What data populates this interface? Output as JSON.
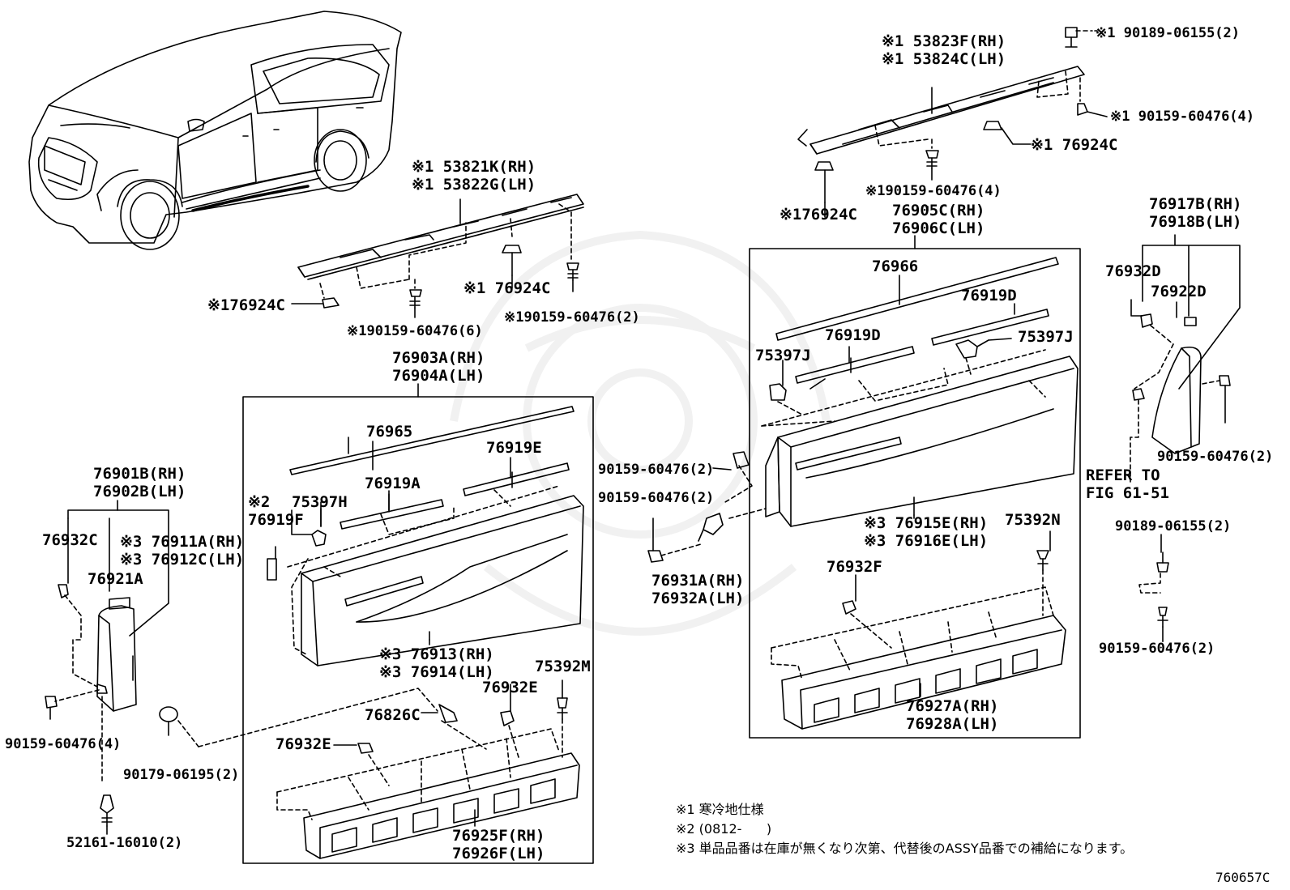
{
  "diagram": {
    "labels": [
      {
        "id": "p53823",
        "lines": [
          "※1 53823F(RH)",
          "※1 53824C(LH)"
        ]
      },
      {
        "id": "b90189",
        "lines": [
          "※1 90189-06155(2)"
        ]
      },
      {
        "id": "b90159a",
        "lines": [
          "※1 90159-60476(4)"
        ]
      },
      {
        "id": "c76924a",
        "lines": [
          "※1 76924C"
        ]
      },
      {
        "id": "b90159b",
        "lines": [
          "※190159-60476(4)"
        ]
      },
      {
        "id": "c76924b",
        "lines": [
          "※176924C"
        ]
      },
      {
        "id": "p53821",
        "lines": [
          "※1 53821K(RH)",
          "※1 53822G(LH)"
        ]
      },
      {
        "id": "c76924c",
        "lines": [
          "※1 76924C"
        ]
      },
      {
        "id": "c76924d",
        "lines": [
          "※176924C"
        ]
      },
      {
        "id": "b90159c",
        "lines": [
          "※190159-60476(6)"
        ]
      },
      {
        "id": "b90159d",
        "lines": [
          "※190159-60476(2)"
        ]
      },
      {
        "id": "p76903",
        "lines": [
          "76903A(RH)",
          "76904A(LH)"
        ]
      },
      {
        "id": "p76965",
        "lines": [
          "76965"
        ]
      },
      {
        "id": "p76919E",
        "lines": [
          "76919E"
        ]
      },
      {
        "id": "p76919A",
        "lines": [
          "76919A"
        ]
      },
      {
        "id": "p75397H",
        "lines": [
          "75397H"
        ]
      },
      {
        "id": "p76919F",
        "lines": [
          "※2",
          "76919F"
        ]
      },
      {
        "id": "p76913",
        "lines": [
          "※3 76913(RH)",
          "※3 76914(LH)"
        ]
      },
      {
        "id": "p76901",
        "lines": [
          "76901B(RH)",
          "76902B(LH)"
        ]
      },
      {
        "id": "p76932C",
        "lines": [
          "76932C"
        ]
      },
      {
        "id": "p76911",
        "lines": [
          "※3 76911A(RH)",
          "※3 76912C(LH)"
        ]
      },
      {
        "id": "p76921A",
        "lines": [
          "76921A"
        ]
      },
      {
        "id": "b90159e",
        "lines": [
          "90159-60476(4)"
        ]
      },
      {
        "id": "b90179",
        "lines": [
          "90179-06195(2)"
        ]
      },
      {
        "id": "b52161",
        "lines": [
          "52161-16010(2)"
        ]
      },
      {
        "id": "p76826C",
        "lines": [
          "76826C"
        ]
      },
      {
        "id": "p76932Ea",
        "lines": [
          "76932E"
        ]
      },
      {
        "id": "p76932Eb",
        "lines": [
          "76932E"
        ]
      },
      {
        "id": "p75392M",
        "lines": [
          "75392M"
        ]
      },
      {
        "id": "p76925",
        "lines": [
          "76925F(RH)",
          "76926F(LH)"
        ]
      },
      {
        "id": "b90159f",
        "lines": [
          "90159-60476(2)"
        ]
      },
      {
        "id": "b90159g",
        "lines": [
          "90159-60476(2)"
        ]
      },
      {
        "id": "p76931",
        "lines": [
          "76931A(RH)",
          "76932A(LH)"
        ]
      },
      {
        "id": "p76905",
        "lines": [
          "76905C(RH)",
          "76906C(LH)"
        ]
      },
      {
        "id": "p76966",
        "lines": [
          "76966"
        ]
      },
      {
        "id": "p76919Da",
        "lines": [
          "76919D"
        ]
      },
      {
        "id": "p76919Db",
        "lines": [
          "76919D"
        ]
      },
      {
        "id": "p75397Ja",
        "lines": [
          "75397J"
        ]
      },
      {
        "id": "p75397Jb",
        "lines": [
          "75397J"
        ]
      },
      {
        "id": "p76915",
        "lines": [
          "※3 76915E(RH)",
          "※3 76916E(LH)"
        ]
      },
      {
        "id": "p75392N",
        "lines": [
          "75392N"
        ]
      },
      {
        "id": "p76932F",
        "lines": [
          "76932F"
        ]
      },
      {
        "id": "p76927",
        "lines": [
          "76927A(RH)",
          "76928A(LH)"
        ]
      },
      {
        "id": "p76917",
        "lines": [
          "76917B(RH)",
          "76918B(LH)"
        ]
      },
      {
        "id": "p76932D",
        "lines": [
          "76932D"
        ]
      },
      {
        "id": "p76922D",
        "lines": [
          "76922D"
        ]
      },
      {
        "id": "b90159h",
        "lines": [
          "90159-60476(2)"
        ]
      },
      {
        "id": "refer",
        "lines": [
          "REFER TO",
          "FIG 61-51"
        ]
      },
      {
        "id": "b90189b",
        "lines": [
          "90189-06155(2)"
        ]
      },
      {
        "id": "b90159i",
        "lines": [
          "90159-60476(2)"
        ]
      }
    ],
    "notes": [
      "※1 寒冷地仕様",
      "※2 (0812-      )",
      "※3 単品品番は在庫が無くなり次第、代替後のASSY品番での補給になります。"
    ],
    "figure_number": "760657C"
  }
}
